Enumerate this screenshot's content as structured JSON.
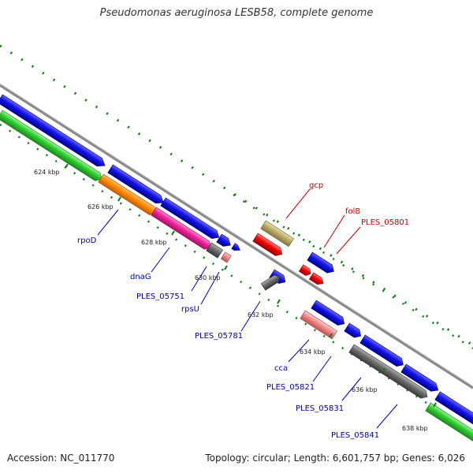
{
  "title": "Pseudomonas aeruginosa LESB58, complete genome",
  "footer": {
    "accession": "Accession: NC_011770",
    "summary": "Topology: circular; Length: 6,601,757 bp; Genes: 6,026"
  },
  "scale_ticks": [
    "624 kbp",
    "626 kbp",
    "628 kbp",
    "630 kbp",
    "632 kbp",
    "634 kbp",
    "636 kbp",
    "638 kbp"
  ],
  "gene_labels_forward": [
    "gcp",
    "folB",
    "PLES_05801"
  ],
  "gene_labels_reverse": [
    "rpoD",
    "dnaG",
    "PLES_05751",
    "rpsU",
    "PLES_05781",
    "cca",
    "PLES_05821",
    "PLES_05831",
    "PLES_05841"
  ],
  "colors": {
    "forward_label": "#cc0000",
    "reverse_label": "#0000aa",
    "blue_gene": "#1010e0",
    "green_gene": "#22bb22",
    "orange_gene": "#ff8800",
    "magenta_gene": "#ee2299",
    "gray_gene": "#666666",
    "pink_gene": "#ee8888",
    "red_gene": "#ee0000",
    "olive_gene": "#bbaa66",
    "backbone": "#888888",
    "tick_green": "#117711"
  }
}
